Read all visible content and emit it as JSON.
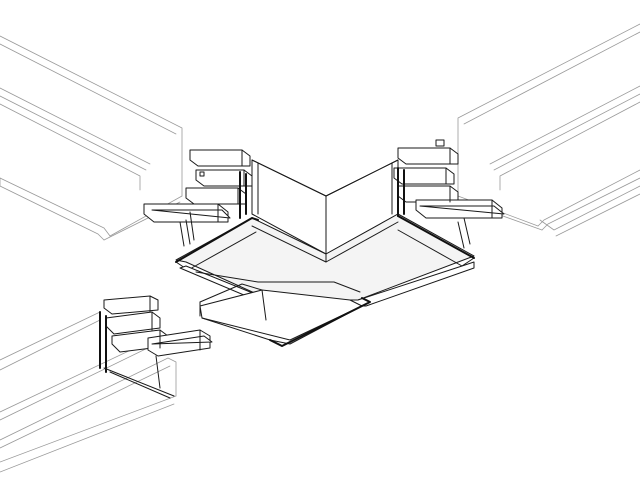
{
  "figure": {
    "background": "#ffffff",
    "line_color": "#1a1a1a",
    "light_line_color": "#9a9a9a",
    "components": [
      "left-rail-profile",
      "right-rail-profile",
      "bottom-rail-profile",
      "t-connector-body",
      "left-connector-clips",
      "right-connector-clips",
      "bottom-connector-clips"
    ]
  }
}
